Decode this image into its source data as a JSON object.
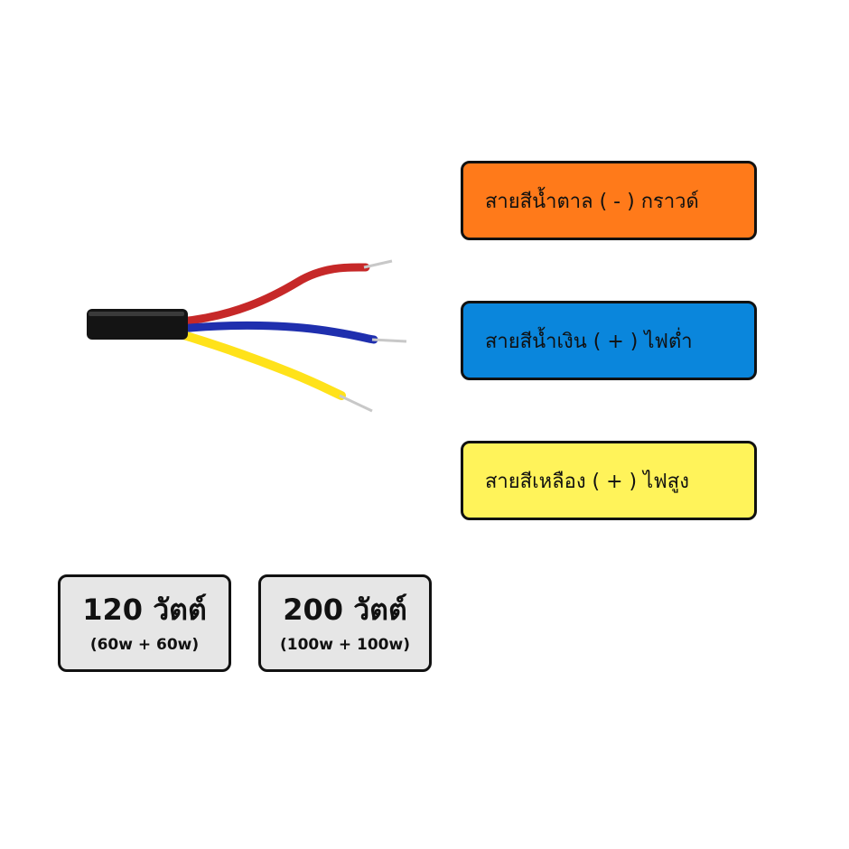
{
  "colors": {
    "brown_box": "#ff7a1a",
    "blue_box": "#0a86dc",
    "yellow_box": "#fff35a",
    "cable_jacket": "#141414",
    "wire_red": "#c62828",
    "wire_blue": "#1f2fae",
    "wire_yellow": "#ffe21a",
    "wire_tip": "#c8c8c8"
  },
  "labels": {
    "brown": "สายสีน้ำตาล ( - ) กราวด์",
    "blue": "สายสีน้ำเงิน ( + ) ไฟต่ำ",
    "yellow": "สายสีเหลือง ( + ) ไฟสูง"
  },
  "wattage": [
    {
      "main": "120 วัตต์",
      "sub": "(60w + 60w)"
    },
    {
      "main": "200 วัตต์",
      "sub": "(100w + 100w)"
    }
  ]
}
